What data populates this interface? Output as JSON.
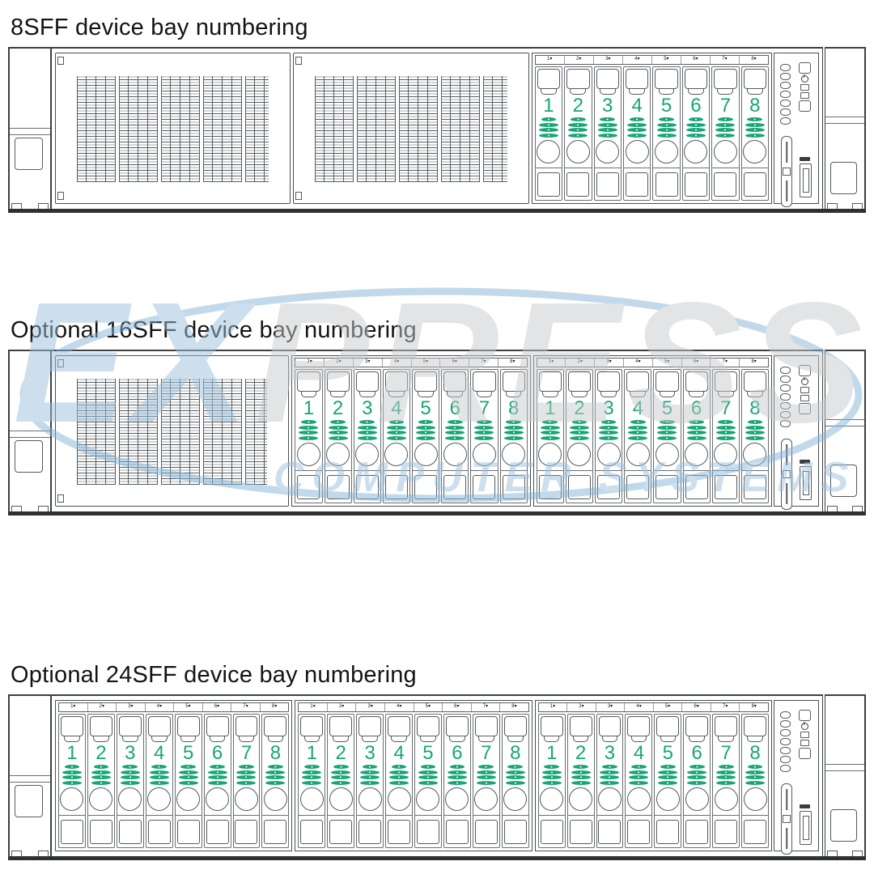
{
  "colors": {
    "accent_green": "#18a577",
    "line": "#565b5f",
    "dark": "#3c4043",
    "watermark_blue": "#9cc1dc",
    "watermark_gray": "#c6cacd"
  },
  "watermark": {
    "left": "EX",
    "right": "PRESS",
    "subtitle": "COMPUTER SYSTEMS"
  },
  "bay_top_marker": "▾",
  "control_panel": {
    "led_count": 7,
    "icons": [
      "power-icon",
      "uid-button",
      "usb-icon",
      "serial-pull-tab",
      "status-led-column"
    ]
  },
  "diagrams": [
    {
      "title": "8SFF device bay numbering",
      "panels": [
        {
          "type": "mesh"
        },
        {
          "type": "mesh"
        },
        {
          "type": "cage",
          "bays": [
            "1",
            "2",
            "3",
            "4",
            "5",
            "6",
            "7",
            "8"
          ]
        }
      ]
    },
    {
      "title": "Optional 16SFF device bay numbering",
      "panels": [
        {
          "type": "mesh"
        },
        {
          "type": "cage",
          "bays": [
            "1",
            "2",
            "3",
            "4",
            "5",
            "6",
            "7",
            "8"
          ]
        },
        {
          "type": "cage",
          "bays": [
            "1",
            "2",
            "3",
            "4",
            "5",
            "6",
            "7",
            "8"
          ]
        }
      ]
    },
    {
      "title": "Optional 24SFF device bay numbering",
      "panels": [
        {
          "type": "cage",
          "bays": [
            "1",
            "2",
            "3",
            "4",
            "5",
            "6",
            "7",
            "8"
          ]
        },
        {
          "type": "cage",
          "bays": [
            "1",
            "2",
            "3",
            "4",
            "5",
            "6",
            "7",
            "8"
          ]
        },
        {
          "type": "cage",
          "bays": [
            "1",
            "2",
            "3",
            "4",
            "5",
            "6",
            "7",
            "8"
          ]
        }
      ]
    }
  ]
}
